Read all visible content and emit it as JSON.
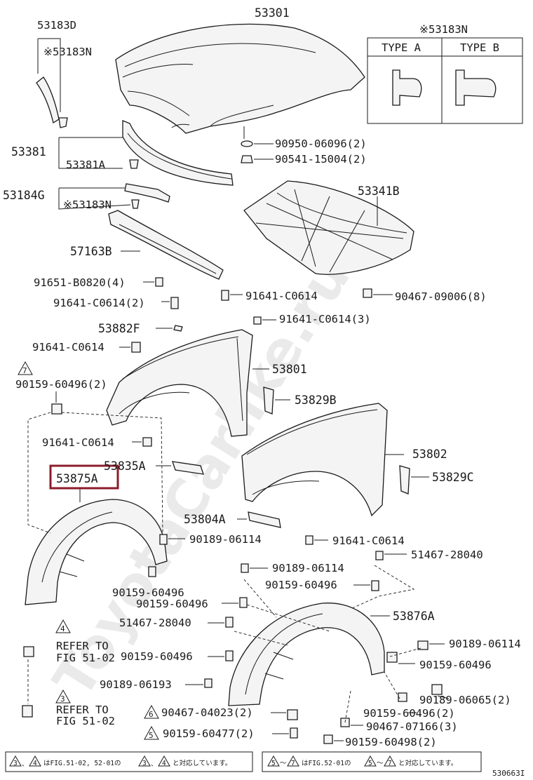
{
  "labels": {
    "l53183D": "53183D",
    "l53183N_a": "※53183N",
    "l53301": "53301",
    "l53183N_b": "※53183N",
    "typeA": "TYPE A",
    "typeB": "TYPE B",
    "l90950": "90950-06096(2)",
    "l90541": "90541-15004(2)",
    "l53381": "53381",
    "l53381A": "53381A",
    "l53184G": "53184G",
    "l53183N_c": "※53183N",
    "l53341B": "53341B",
    "l57163B": "57163B",
    "l91651": "91651-B0820(4)",
    "l90467_09006": "90467-09006(8)",
    "l91641_a": "91641-C0614(2)",
    "l91641_b": "91641-C0614",
    "l53882F": "53882F",
    "l91641_c": "91641-C0614(3)",
    "l91641_d": "91641-C0614",
    "l53801": "53801",
    "l90159_60496_2": "90159-60496(2)",
    "l53829B": "53829B",
    "l91641_e": "91641-C0614",
    "l53802": "53802",
    "l53835A": "53835A",
    "l53875A": "53875A",
    "l53829C": "53829C",
    "l53804A": "53804A",
    "l90189_06114_a": "90189-06114",
    "l91641_f": "91641-C0614",
    "l51467_a": "51467-28040",
    "l90189_06114_b": "90189-06114",
    "l90159_60496_a": "90159-60496",
    "l90159_60496_b": "90159-60496",
    "l90159_60496_c": "90159-60496",
    "l53876A": "53876A",
    "l51467_b": "51467-28040",
    "l90189_06114_c": "90189-06114",
    "l90159_60496_d": "90159-60496",
    "l90159_60496_e": "90159-60496",
    "l90189_06193": "90189-06193",
    "l90189_06065": "90189-06065(2)",
    "l90159_60496_f": "90159-60496(2)",
    "l90467_04023": "90467-04023(2)",
    "l90467_07166": "90467-07166(3)",
    "l90159_60477": "90159-60477(2)",
    "l90159_60498": "90159-60498(2)",
    "refer_to_1": "REFER TO",
    "fig_1": "FIG 51-02",
    "refer_to_2": "REFER TO",
    "fig_2": "FIG 51-02",
    "note_left": "はFIG.51-02, 52-01の",
    "note_left_end": "と対応しています。",
    "note_right": "はFIG.52-01の",
    "note_right_sep": "～",
    "note_right_end": "と対応しています。",
    "tilde": "、",
    "fig_id": "530663I"
  },
  "markers": {
    "m7": "7",
    "m4": "4",
    "m3": "3",
    "m6": "6",
    "m5": "5",
    "n3": "3",
    "n4": "4",
    "n3b": "3",
    "n4b": "4",
    "n5": "5",
    "n7": "7",
    "n5b": "5",
    "n7b": "7"
  },
  "watermark": "ToyotaCarlike.ru",
  "highlight_color": "#8c1c2c"
}
